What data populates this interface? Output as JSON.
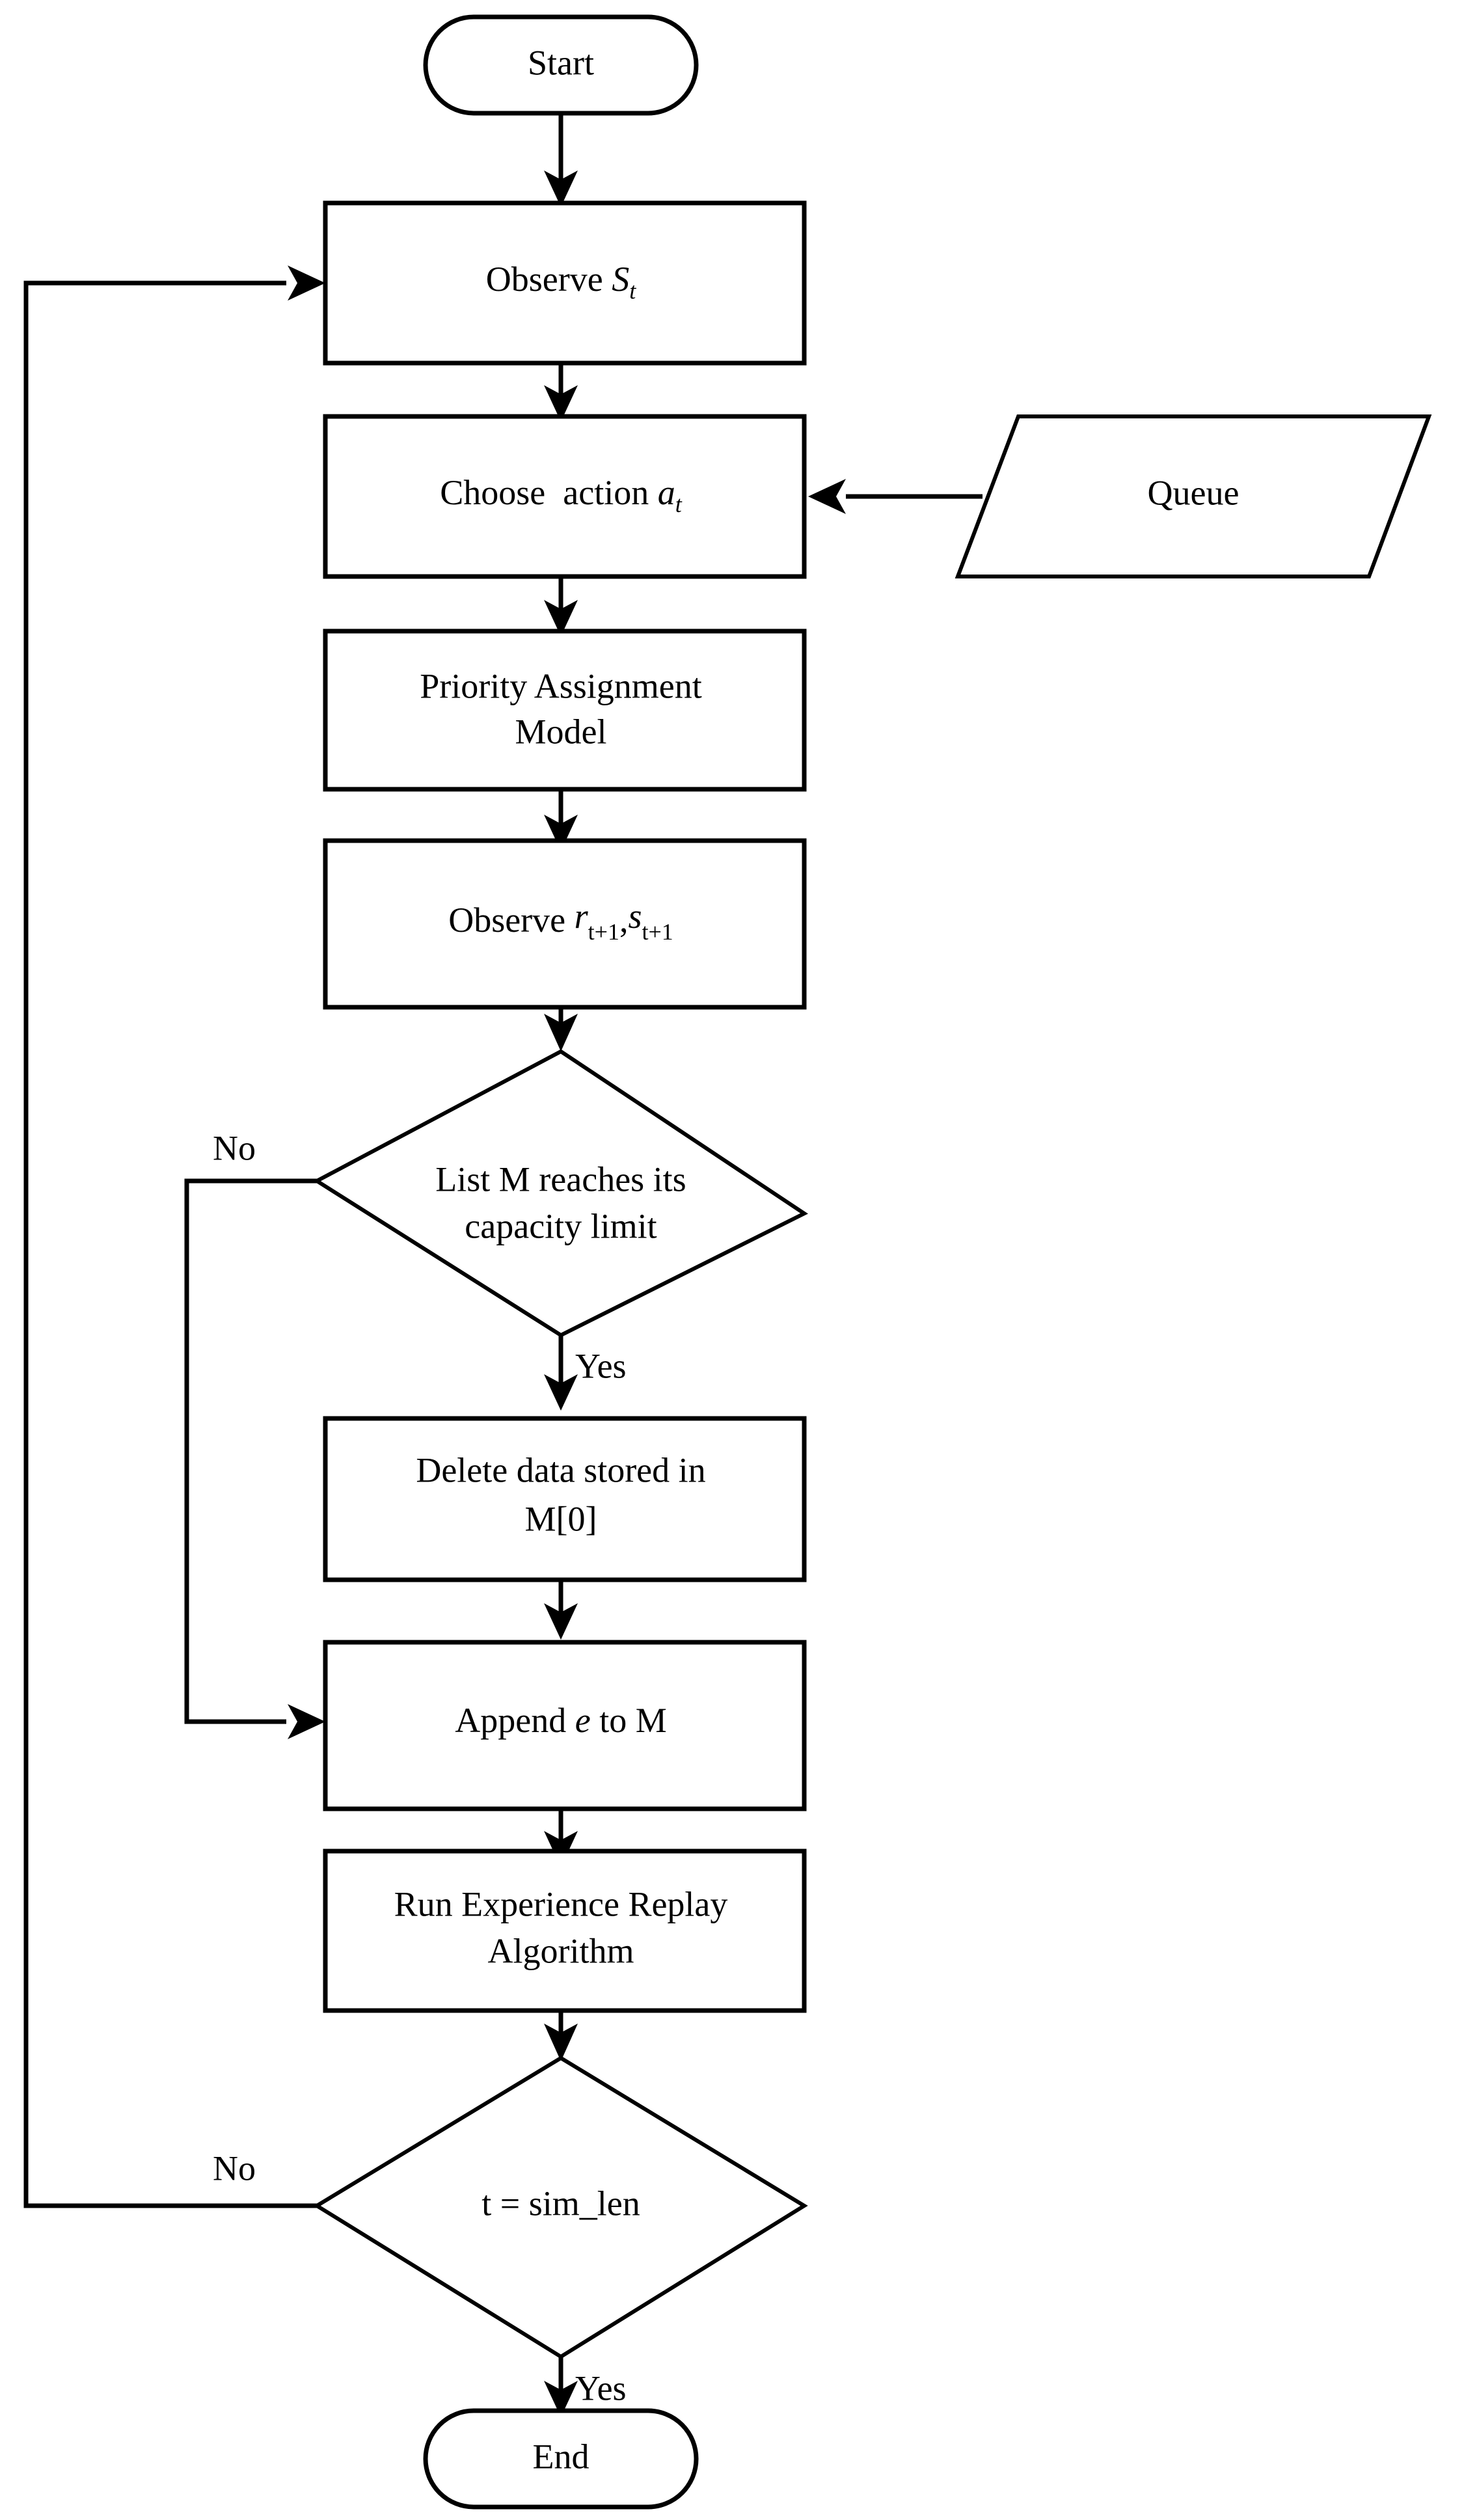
{
  "diagram": {
    "title": "Reinforcement learning priority assignment flowchart",
    "stroke_color": "#000000",
    "fill_color": "#ffffff",
    "nodes": [
      {
        "id": "start",
        "shape": "stadium",
        "label": "Start"
      },
      {
        "id": "observe_s",
        "shape": "rectangle",
        "label_pre": "Observe ",
        "label_var": "S",
        "label_sub": "t"
      },
      {
        "id": "choose_a",
        "shape": "rectangle",
        "label_pre": "Choose  action ",
        "label_var": "a",
        "label_sub": "t"
      },
      {
        "id": "queue",
        "shape": "parallelogram",
        "label": "Queue"
      },
      {
        "id": "priority",
        "shape": "rectangle",
        "label_line1": "Priority Assignment",
        "label_line2": "Model"
      },
      {
        "id": "observe_rs",
        "shape": "rectangle",
        "label_pre": "Observe ",
        "label_var1": "r",
        "label_sub1": "t+1",
        "label_sep": ",",
        "label_var2": "s",
        "label_sub2": "t+1"
      },
      {
        "id": "cap_check",
        "shape": "diamond",
        "label_line1": "List M reaches its",
        "label_line2": "capacity limit"
      },
      {
        "id": "delete",
        "shape": "rectangle",
        "label_line1": "Delete data stored in",
        "label_line2": "M[0]"
      },
      {
        "id": "append",
        "shape": "rectangle",
        "label_pre": "Append ",
        "label_var": "e",
        "label_post": " to M"
      },
      {
        "id": "replay",
        "shape": "rectangle",
        "label_line1": "Run Experience Replay",
        "label_line2": "Algorithm"
      },
      {
        "id": "sim_check",
        "shape": "diamond",
        "label": "t = sim_len"
      },
      {
        "id": "end",
        "shape": "stadium",
        "label": "End"
      }
    ],
    "edge_labels": {
      "cap_no": "No",
      "cap_yes": "Yes",
      "sim_no": "No",
      "sim_yes": "Yes"
    },
    "edges": [
      {
        "from": "start",
        "to": "observe_s",
        "label": ""
      },
      {
        "from": "observe_s",
        "to": "choose_a",
        "label": ""
      },
      {
        "from": "queue",
        "to": "choose_a",
        "label": ""
      },
      {
        "from": "choose_a",
        "to": "priority",
        "label": ""
      },
      {
        "from": "priority",
        "to": "observe_rs",
        "label": ""
      },
      {
        "from": "observe_rs",
        "to": "cap_check",
        "label": ""
      },
      {
        "from": "cap_check",
        "to": "append",
        "label": "No"
      },
      {
        "from": "cap_check",
        "to": "delete",
        "label": "Yes"
      },
      {
        "from": "delete",
        "to": "append",
        "label": ""
      },
      {
        "from": "append",
        "to": "replay",
        "label": ""
      },
      {
        "from": "replay",
        "to": "sim_check",
        "label": ""
      },
      {
        "from": "sim_check",
        "to": "observe_s",
        "label": "No"
      },
      {
        "from": "sim_check",
        "to": "end",
        "label": "Yes"
      }
    ]
  }
}
